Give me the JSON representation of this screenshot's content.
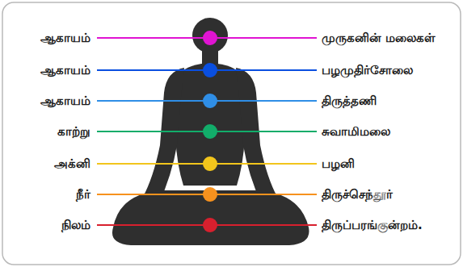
{
  "diagram": {
    "labels": [
      "ஆகாயம்",
      "முருகனின் மலைகள்",
      "ஆகாயம்",
      "பழமுதிர்சோலை",
      "ஆகாயம்",
      "திருத்தணி",
      "காற்று",
      "சுவாமிமலை",
      "அக்னி",
      "பழனி",
      "நீர்",
      "திருச்செந்தூர்",
      "நிலம்",
      "திருப்பரங்குன்றம்."
    ]
  }
}
